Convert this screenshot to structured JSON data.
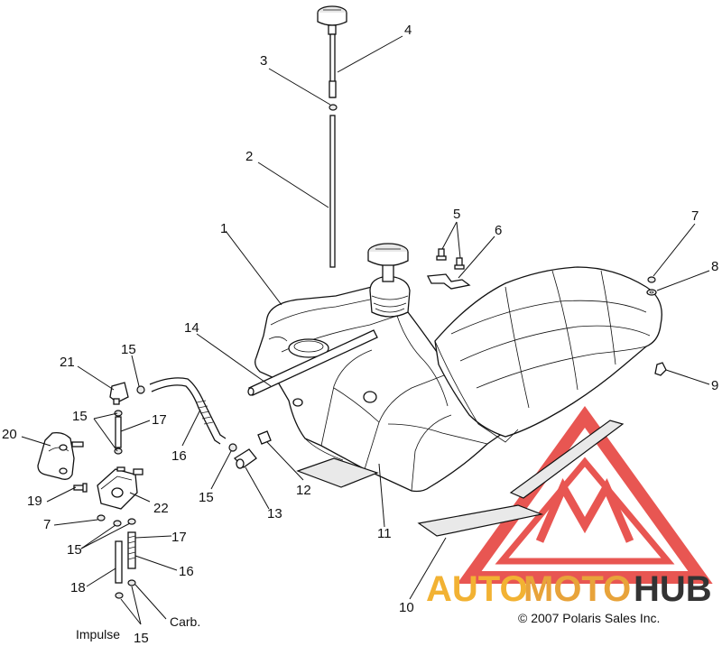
{
  "diagram": {
    "callouts": [
      {
        "id": "c1",
        "label": "1"
      },
      {
        "id": "c2",
        "label": "2"
      },
      {
        "id": "c3",
        "label": "3"
      },
      {
        "id": "c4",
        "label": "4"
      },
      {
        "id": "c5",
        "label": "5"
      },
      {
        "id": "c6",
        "label": "6"
      },
      {
        "id": "c7a",
        "label": "7"
      },
      {
        "id": "c8",
        "label": "8"
      },
      {
        "id": "c9",
        "label": "9"
      },
      {
        "id": "c10",
        "label": "10"
      },
      {
        "id": "c11",
        "label": "11"
      },
      {
        "id": "c12",
        "label": "12"
      },
      {
        "id": "c13",
        "label": "13"
      },
      {
        "id": "c14",
        "label": "14"
      },
      {
        "id": "c15a",
        "label": "15"
      },
      {
        "id": "c15b",
        "label": "15"
      },
      {
        "id": "c15c",
        "label": "15"
      },
      {
        "id": "c15d",
        "label": "15"
      },
      {
        "id": "c15e",
        "label": "15"
      },
      {
        "id": "c16a",
        "label": "16"
      },
      {
        "id": "c16b",
        "label": "16"
      },
      {
        "id": "c17a",
        "label": "17"
      },
      {
        "id": "c17b",
        "label": "17"
      },
      {
        "id": "c18",
        "label": "18"
      },
      {
        "id": "c19",
        "label": "19"
      },
      {
        "id": "c20",
        "label": "20"
      },
      {
        "id": "c21",
        "label": "21"
      },
      {
        "id": "c22",
        "label": "22"
      },
      {
        "id": "c7b",
        "label": "7"
      }
    ],
    "notes": {
      "impulse": "Impulse",
      "carb": "Carb.",
      "copyright": "© 2007 Polaris Sales Inc."
    }
  },
  "watermark": {
    "word_a": "AUTO",
    "word_b": "MOTO",
    "word_c": "HUB",
    "color_a": "#f2b233",
    "color_b": "#e8a33a",
    "color_c": "#333333",
    "triangle_color": "#e53935"
  }
}
